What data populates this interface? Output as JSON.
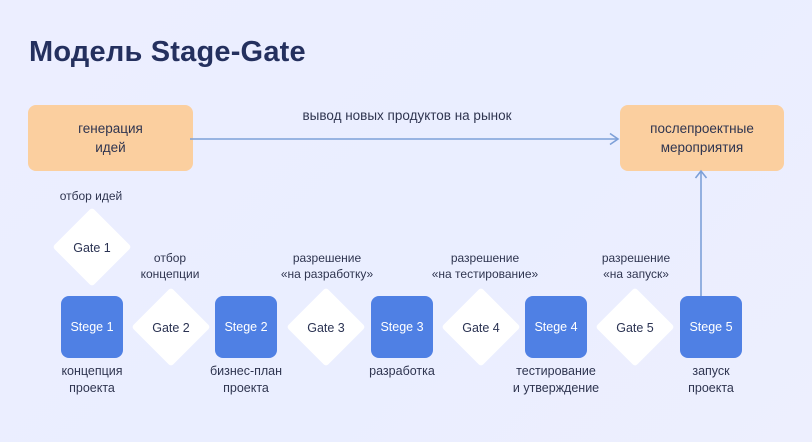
{
  "title": "Модель Stage-Gate",
  "colors": {
    "background": "#ebeeff",
    "terminal_box": "#fbcf9f",
    "stage_box": "#4f80e4",
    "gate_diamond": "#ffffff",
    "arrow": "#7da0d8",
    "title_text": "#24305e",
    "body_text": "#2f3550"
  },
  "terminals": {
    "start": "генерация\nидей",
    "start_line1": "генерация",
    "start_line2": "идей",
    "end_line1": "послепроектные",
    "end_line2": "мероприятия"
  },
  "flow_arrow": {
    "label": "вывод новых продуктов на рынок"
  },
  "gates": [
    {
      "id": "gate-1",
      "label": "Gate 1",
      "caption_line1": "отбор идей",
      "caption_line2": ""
    },
    {
      "id": "gate-2",
      "label": "Gate 2",
      "caption_line1": "отбор",
      "caption_line2": "концепции"
    },
    {
      "id": "gate-3",
      "label": "Gate 3",
      "caption_line1": "разрешение",
      "caption_line2": "«на разработку»"
    },
    {
      "id": "gate-4",
      "label": "Gate 4",
      "caption_line1": "разрешение",
      "caption_line2": "«на тестирование»"
    },
    {
      "id": "gate-5",
      "label": "Gate 5",
      "caption_line1": "разрешение",
      "caption_line2": "«на запуск»"
    }
  ],
  "stages": [
    {
      "id": "stage-1",
      "label": "Stege 1",
      "caption_line1": "концепция",
      "caption_line2": "проекта"
    },
    {
      "id": "stage-2",
      "label": "Stege 2",
      "caption_line1": "бизнес-план",
      "caption_line2": "проекта"
    },
    {
      "id": "stage-3",
      "label": "Stege 3",
      "caption_line1": "разработка",
      "caption_line2": ""
    },
    {
      "id": "stage-4",
      "label": "Stege 4",
      "caption_line1": "тестирование",
      "caption_line2": "и утверждение"
    },
    {
      "id": "stage-5",
      "label": "Stege 5",
      "caption_line1": "запуск",
      "caption_line2": "проекта"
    }
  ]
}
